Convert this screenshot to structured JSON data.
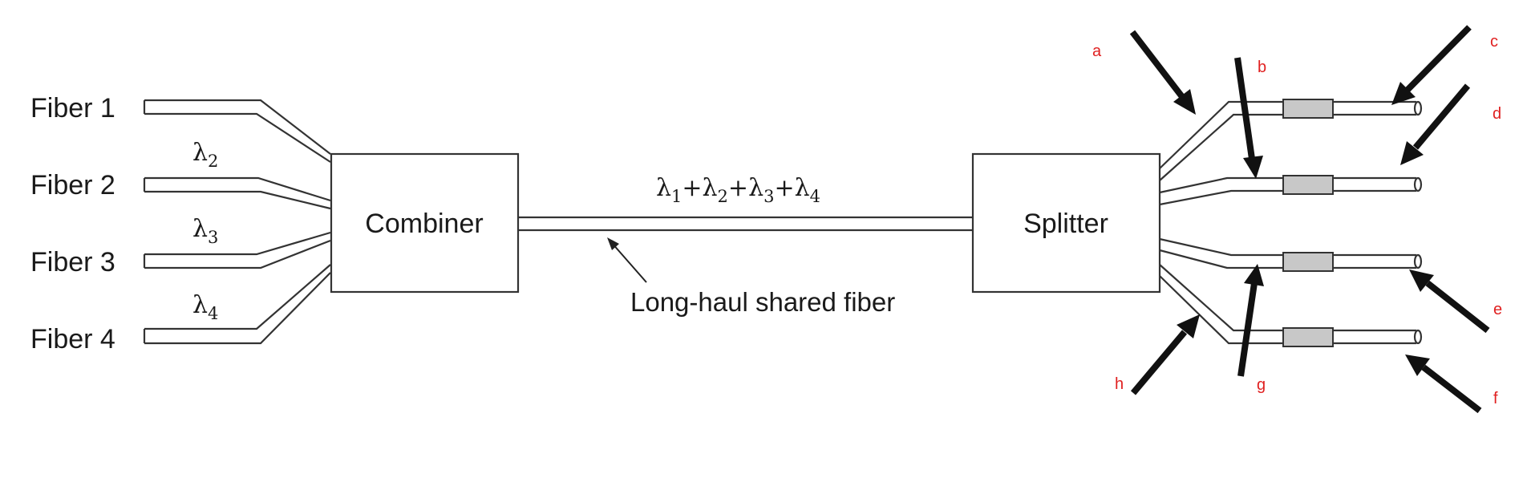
{
  "inputs": [
    {
      "fiber": "Fiber 1",
      "lambda": "",
      "lambda_sub": ""
    },
    {
      "fiber": "Fiber 2",
      "lambda": "λ",
      "lambda_sub": "2"
    },
    {
      "fiber": "Fiber 3",
      "lambda": "λ",
      "lambda_sub": "3"
    },
    {
      "fiber": "Fiber 4",
      "lambda": "λ",
      "lambda_sub": "4"
    }
  ],
  "combiner_label": "Combiner",
  "splitter_label": "Splitter",
  "shared_signal": {
    "terms": [
      {
        "sym": "λ",
        "sub": "1"
      },
      {
        "sym": "λ",
        "sub": "2"
      },
      {
        "sym": "λ",
        "sub": "3"
      },
      {
        "sym": "λ",
        "sub": "4"
      }
    ],
    "joiner": "+"
  },
  "caption": "Long-haul shared fiber",
  "markers": [
    "a",
    "b",
    "c",
    "d",
    "e",
    "f",
    "g",
    "h"
  ]
}
